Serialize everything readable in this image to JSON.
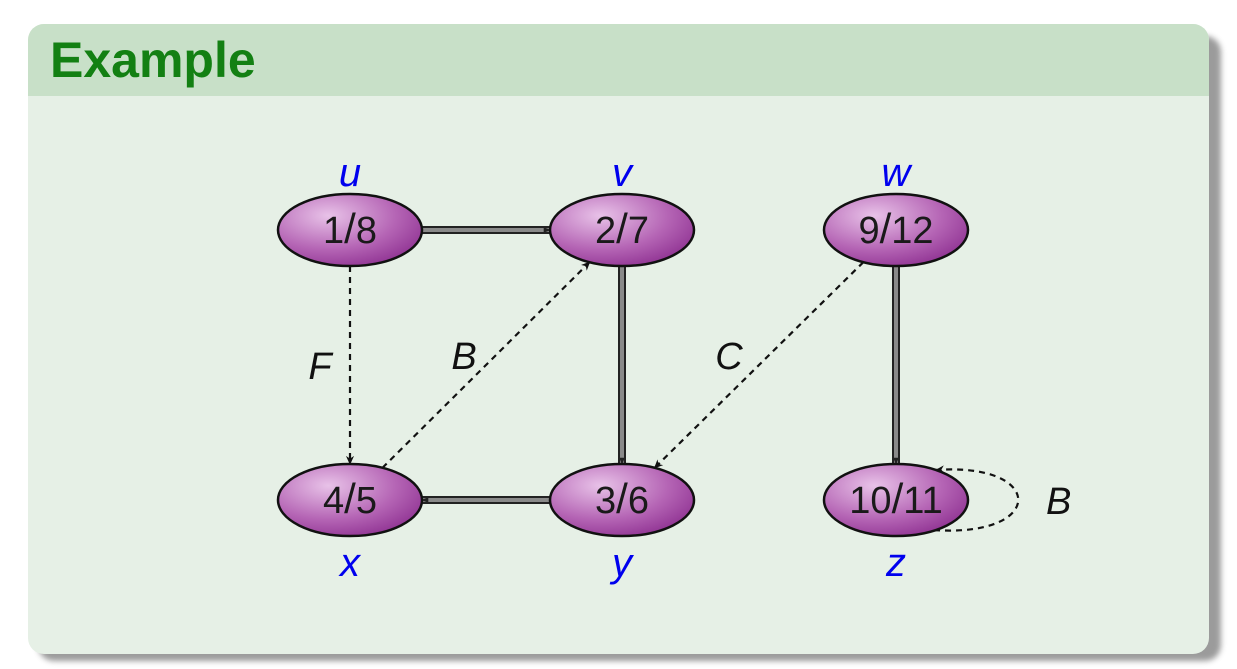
{
  "block": {
    "title": "Example"
  },
  "colors": {
    "block_bg": "#e6f0e6",
    "title_bg": "#c8e0c8",
    "title_text": "#138013",
    "vertex_name": "#0000ee",
    "node_fill": "#b060b0"
  },
  "vertices": [
    {
      "id": "u",
      "name": "u",
      "d": "1",
      "f": "8"
    },
    {
      "id": "v",
      "name": "v",
      "d": "2",
      "f": "7"
    },
    {
      "id": "w",
      "name": "w",
      "d": "9",
      "f": "12"
    },
    {
      "id": "x",
      "name": "x",
      "d": "4",
      "f": "5"
    },
    {
      "id": "y",
      "name": "y",
      "d": "3",
      "f": "6"
    },
    {
      "id": "z",
      "name": "z",
      "d": "10",
      "f": "11"
    }
  ],
  "edges": [
    {
      "from": "u",
      "to": "v",
      "kind": "tree",
      "label": ""
    },
    {
      "from": "v",
      "to": "y",
      "kind": "tree",
      "label": ""
    },
    {
      "from": "y",
      "to": "x",
      "kind": "tree",
      "label": ""
    },
    {
      "from": "w",
      "to": "z",
      "kind": "tree",
      "label": ""
    },
    {
      "from": "u",
      "to": "x",
      "kind": "forward",
      "label": "F"
    },
    {
      "from": "x",
      "to": "v",
      "kind": "back",
      "label": "B"
    },
    {
      "from": "w",
      "to": "y",
      "kind": "cross",
      "label": "C"
    },
    {
      "from": "z",
      "to": "z",
      "kind": "back",
      "label": "B"
    }
  ]
}
